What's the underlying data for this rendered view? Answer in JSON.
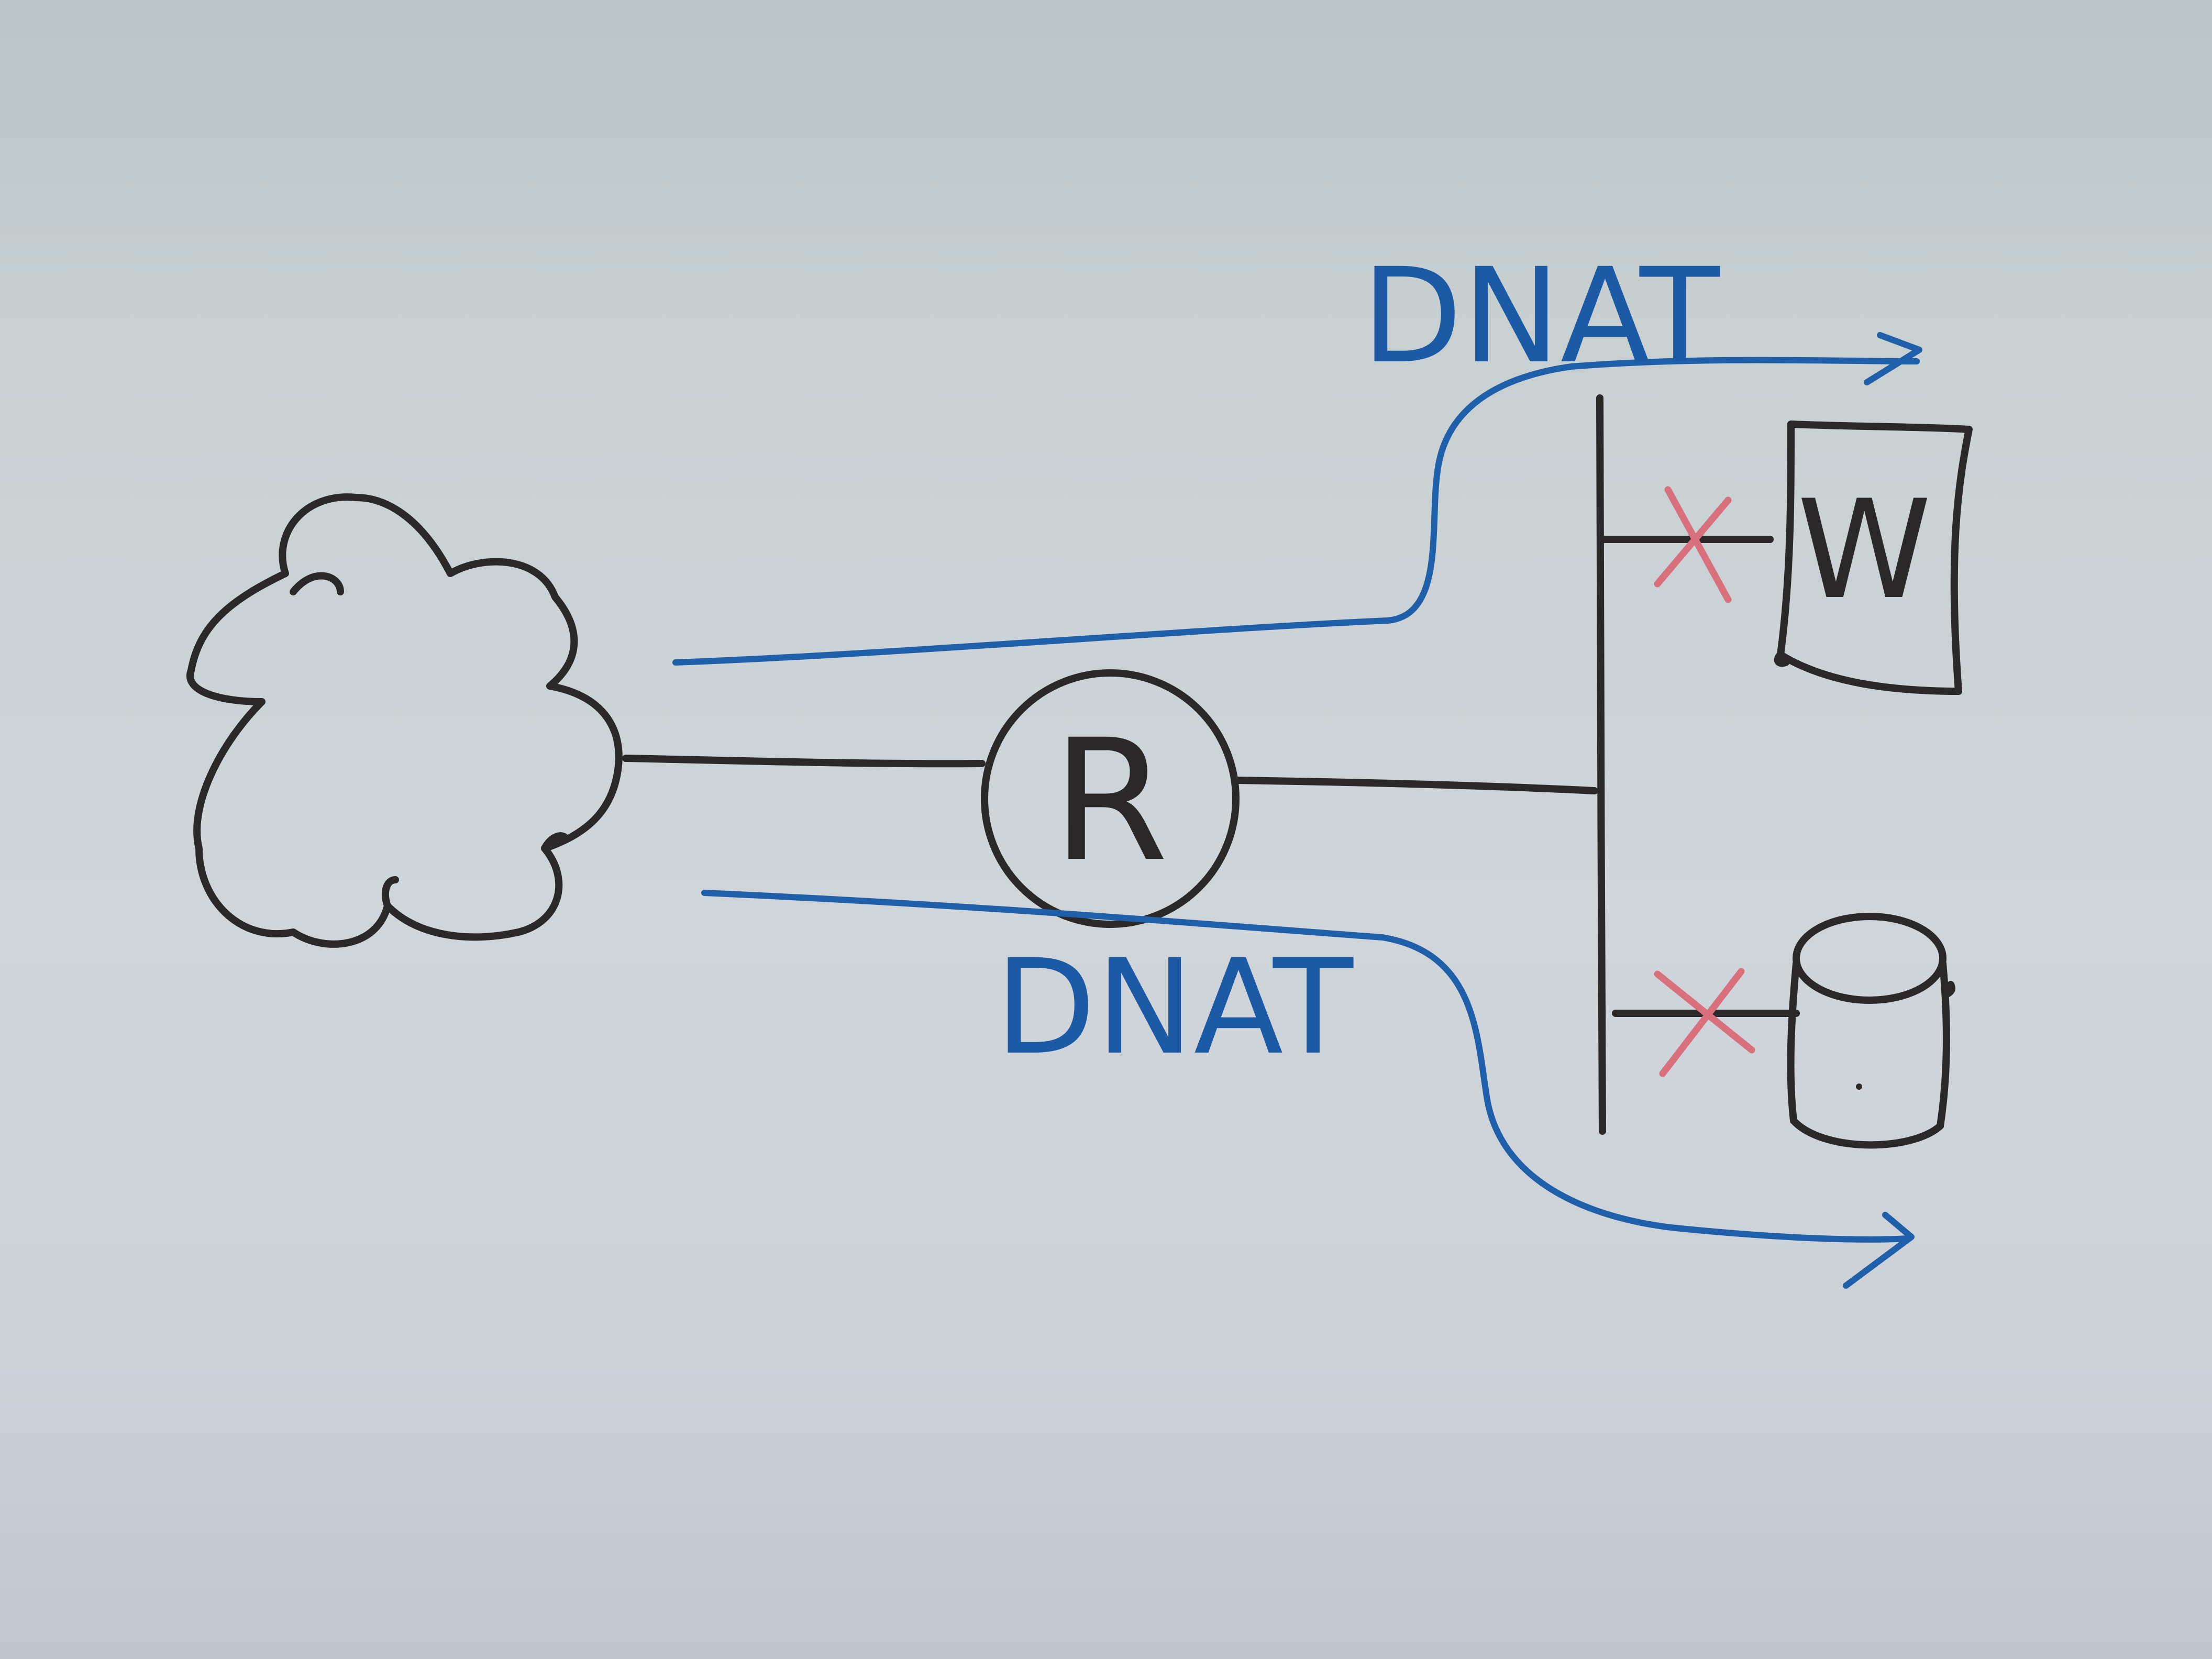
{
  "diagram": {
    "top_label": "DNAT",
    "bottom_label": "DNAT",
    "router_label": "R",
    "web_server_label": "W"
  },
  "colors": {
    "whiteboard": "#cfd5d9",
    "marker_black": "#2b2829",
    "marker_blue": "#1f5faa",
    "marker_red": "#d9707d"
  },
  "icons": [
    "cloud-icon",
    "router-icon",
    "server-box-icon",
    "database-cylinder-icon",
    "blocked-x-icon",
    "arrow-head-icon"
  ]
}
